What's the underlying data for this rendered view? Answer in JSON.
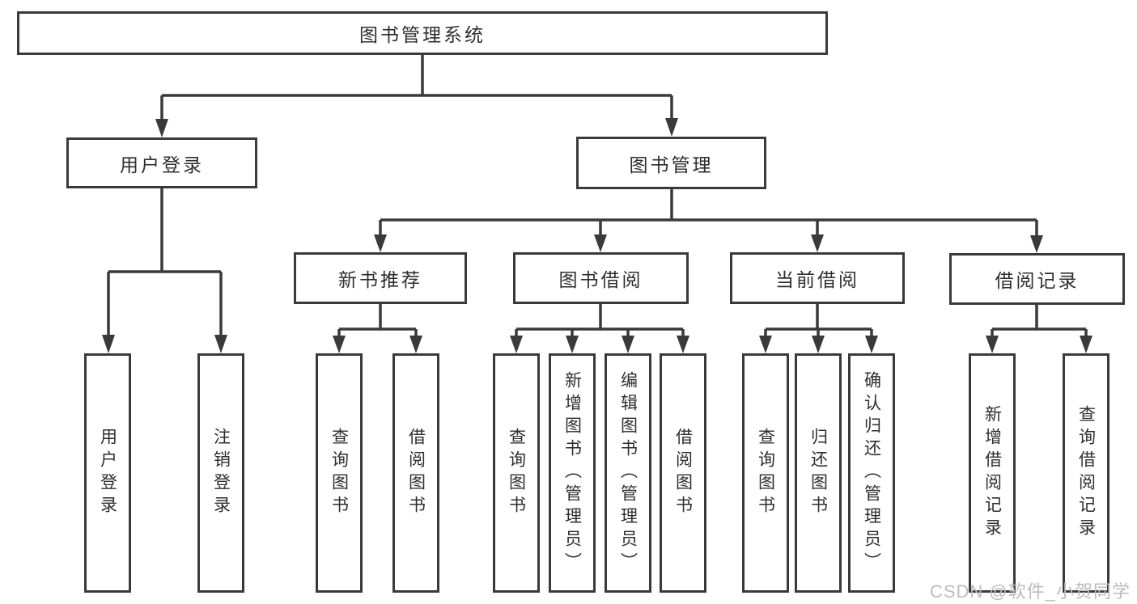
{
  "diagram": {
    "root": {
      "label": "图书管理系统"
    },
    "level2": [
      {
        "label": "用户登录"
      },
      {
        "label": "图书管理"
      }
    ],
    "level3": [
      {
        "label": "新书推荐",
        "parent": "图书管理"
      },
      {
        "label": "图书借阅",
        "parent": "图书管理"
      },
      {
        "label": "当前借阅",
        "parent": "图书管理"
      },
      {
        "label": "借阅记录",
        "parent": "图书管理"
      }
    ],
    "leaves": [
      {
        "label": "用户登录",
        "parent": "用户登录"
      },
      {
        "label": "注销登录",
        "parent": "用户登录"
      },
      {
        "label": "查询图书",
        "parent": "新书推荐"
      },
      {
        "label": "借阅图书",
        "parent": "新书推荐"
      },
      {
        "label": "查询图书",
        "parent": "图书借阅"
      },
      {
        "label": "新增图书（管理员）",
        "parent": "图书借阅"
      },
      {
        "label": "编辑图书（管理员）",
        "parent": "图书借阅"
      },
      {
        "label": "借阅图书",
        "parent": "图书借阅"
      },
      {
        "label": "查询图书",
        "parent": "当前借阅"
      },
      {
        "label": "归还图书",
        "parent": "当前借阅"
      },
      {
        "label": "确认归还（管理员）",
        "parent": "当前借阅"
      },
      {
        "label": "新增借阅记录",
        "parent": "借阅记录"
      },
      {
        "label": "查询借阅记录",
        "parent": "借阅记录"
      }
    ]
  },
  "watermark": {
    "text": "CSDN @软件_小贺同学"
  },
  "colors": {
    "line": "#3a3a3a",
    "box_border": "#3a3a3a",
    "box_fill": "#ffffff",
    "text": "#2e2e2e",
    "watermark": "#bcbcbc",
    "background": "#ffffff"
  }
}
